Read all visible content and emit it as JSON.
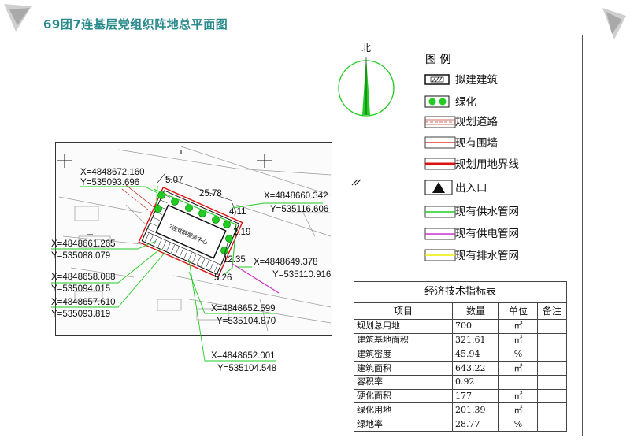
{
  "title": "69团7连基层党组织阵地总平面图",
  "north_label": "北",
  "legend": {
    "title": "图  例",
    "items": [
      {
        "label": "拟建建筑",
        "icon": "hatched-building-icon"
      },
      {
        "label": "绿化",
        "icon": "green-circle-icon"
      },
      {
        "label": "规划道路",
        "icon": "planned-road-icon"
      },
      {
        "label": "现有围墙",
        "icon": "existing-wall-icon"
      },
      {
        "label": "规划用地界线",
        "icon": "boundary-line-icon"
      },
      {
        "label": "出入口",
        "icon": "entrance-triangle-icon"
      },
      {
        "label": "现有供水管网",
        "icon": "water-pipe-line-icon"
      },
      {
        "label": "现有供电管网",
        "icon": "power-pipe-line-icon"
      },
      {
        "label": "现有排水管网",
        "icon": "drain-pipe-line-icon"
      }
    ],
    "colors": {
      "green": "#22cc22",
      "red": "#dd1111",
      "magenta": "#cc33cc",
      "yellow": "#eeee00"
    }
  },
  "site": {
    "building_label": "7连党群服务中心",
    "dimensions": [
      "5.07",
      "25.78",
      "4.11",
      "2.19",
      "12.35",
      "5.26"
    ],
    "coords": [
      {
        "x": "X=4848672.160",
        "y": "Y=535093.696"
      },
      {
        "x": "X=4848660.342",
        "y": "Y=535116.606"
      },
      {
        "x": "X=4848661.265",
        "y": "Y=535088.079"
      },
      {
        "x": "X=4848649.378",
        "y": "Y=535110.916"
      },
      {
        "x": "X=4848658.088",
        "y": "Y=535094.015"
      },
      {
        "x": "X=4848657.610",
        "y": "Y=535093.819"
      },
      {
        "x": "X=4848652.599",
        "y": "Y=535104.870"
      },
      {
        "x": "X=4848652.001",
        "y": "Y=535104.548"
      }
    ]
  },
  "table": {
    "caption": "经济技术指标表",
    "headers": [
      "项目",
      "数量",
      "单位",
      "备注"
    ],
    "rows": [
      {
        "item": "规划总用地",
        "qty": "700",
        "unit": "㎡",
        "note": ""
      },
      {
        "item": "建筑基地面积",
        "qty": "321.61",
        "unit": "㎡",
        "note": ""
      },
      {
        "item": "建筑密度",
        "qty": "45.94",
        "unit": "%",
        "note": ""
      },
      {
        "item": "建筑面积",
        "qty": "643.22",
        "unit": "㎡",
        "note": ""
      },
      {
        "item": "容积率",
        "qty": "0.92",
        "unit": "",
        "note": ""
      },
      {
        "item": "硬化面积",
        "qty": "177",
        "unit": "㎡",
        "note": ""
      },
      {
        "item": "绿化用地",
        "qty": "201.39",
        "unit": "㎡",
        "note": ""
      },
      {
        "item": "绿地率",
        "qty": "28.77",
        "unit": "%",
        "note": ""
      }
    ]
  }
}
